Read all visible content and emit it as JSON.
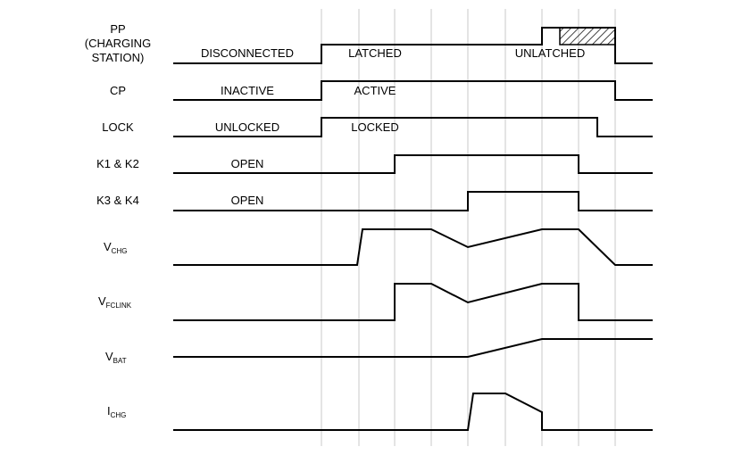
{
  "signals": [
    {
      "id": "pp",
      "label_lines": [
        "PP",
        "(CHARGING",
        "STATION)"
      ],
      "states": [
        "DISCONNECTED",
        "LATCHED",
        "UNLATCHED"
      ]
    },
    {
      "id": "cp",
      "label_lines": [
        "CP"
      ],
      "states": [
        "INACTIVE",
        "ACTIVE"
      ]
    },
    {
      "id": "lock",
      "label_lines": [
        "LOCK"
      ],
      "states": [
        "UNLOCKED",
        "LOCKED"
      ]
    },
    {
      "id": "k1k2",
      "label_lines": [
        "K1 & K2"
      ],
      "states": [
        "OPEN"
      ]
    },
    {
      "id": "k3k4",
      "label_lines": [
        "K3 & K4"
      ],
      "states": [
        "OPEN"
      ]
    },
    {
      "id": "vchg",
      "label_main": "V",
      "label_sub": "CHG"
    },
    {
      "id": "vfclink",
      "label_main": "V",
      "label_sub": "FCLINK"
    },
    {
      "id": "vbat",
      "label_main": "V",
      "label_sub": "BAT"
    },
    {
      "id": "ichg",
      "label_main": "I",
      "label_sub": "CHG"
    }
  ],
  "colors": {
    "trace": "#000000",
    "gridline": "#c8c8c8",
    "hatch": "#000000"
  }
}
